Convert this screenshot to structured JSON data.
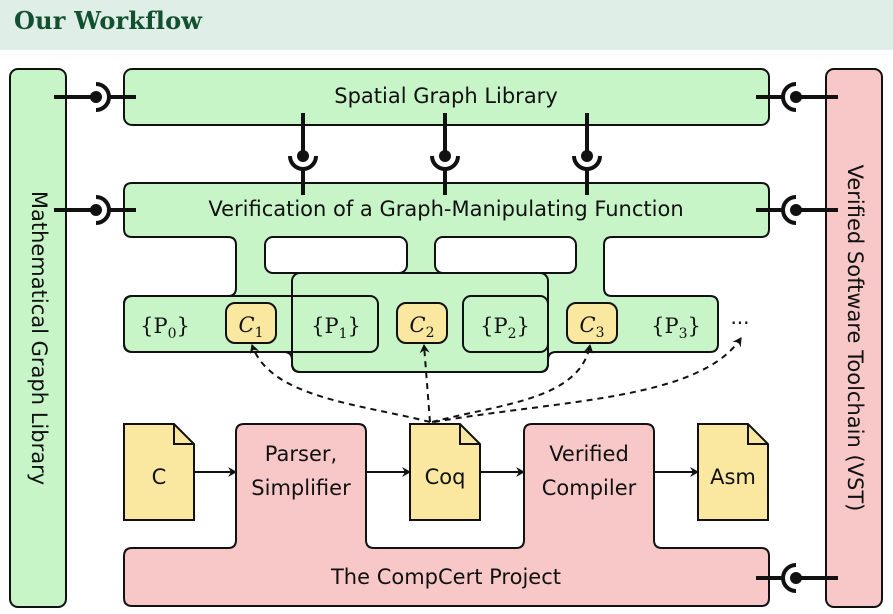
{
  "header": {
    "title": "Our Workflow"
  },
  "diagram": {
    "side_left": "Mathematical Graph Library",
    "side_right": "Verified Software Toolchain (VST)",
    "top_box": "Spatial Graph Library",
    "verification_box": "Verification of a Graph-Manipulating Function",
    "sequence": {
      "p0": "{P",
      "p0_sub": "0",
      "p0_close": "}",
      "c1": "C",
      "c1_sub": "1",
      "p1": "{P",
      "p1_sub": "1",
      "p1_close": "}",
      "c2": "C",
      "c2_sub": "2",
      "p2": "{P",
      "p2_sub": "2",
      "p2_close": "}",
      "c3": "C",
      "c3_sub": "3",
      "p3": "{P",
      "p3_sub": "3",
      "p3_close": "}",
      "ellipsis": "···"
    },
    "files": {
      "c": "C",
      "coq": "Coq",
      "asm": "Asm"
    },
    "parser_line1": "Parser,",
    "parser_line2": "Simplifier",
    "compiler_line1": "Verified",
    "compiler_line2": "Compiler",
    "compcert": "The CompCert Project"
  },
  "colors": {
    "green": "#c8f5c8",
    "red": "#f8c8c8",
    "yellow": "#fae8a0",
    "header_bg": "#dfeee6",
    "header_text": "#12512f"
  }
}
